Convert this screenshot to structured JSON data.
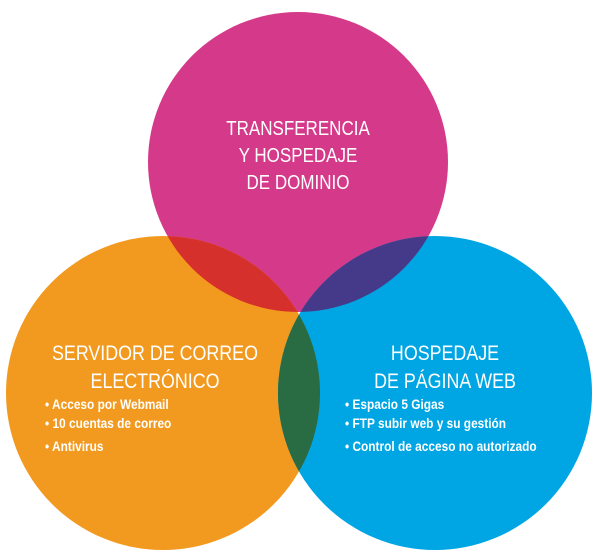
{
  "colors": {
    "top": "#D5398A",
    "left": "#F29A1F",
    "right": "#00A5E3",
    "top_left": "#D6302C",
    "top_right": "#453A8A",
    "left_right": "#296B43",
    "all": "#3A2A30"
  },
  "top": {
    "title_lines": [
      "TRANSFERENCIA",
      "Y HOSPEDAJE",
      "DE DOMINIO"
    ]
  },
  "left": {
    "title_lines": [
      "SERVIDOR DE CORREO",
      "ELECTRÓNICO"
    ],
    "items": [
      "Acceso por Webmail",
      "10 cuentas de correo",
      "Antivirus"
    ]
  },
  "right": {
    "title_lines": [
      "HOSPEDAJE",
      "DE PÁGINA WEB"
    ],
    "items": [
      "Espacio 5 Gigas",
      "FTP subir web y su gestión",
      "Control de acceso no autorizado"
    ]
  }
}
